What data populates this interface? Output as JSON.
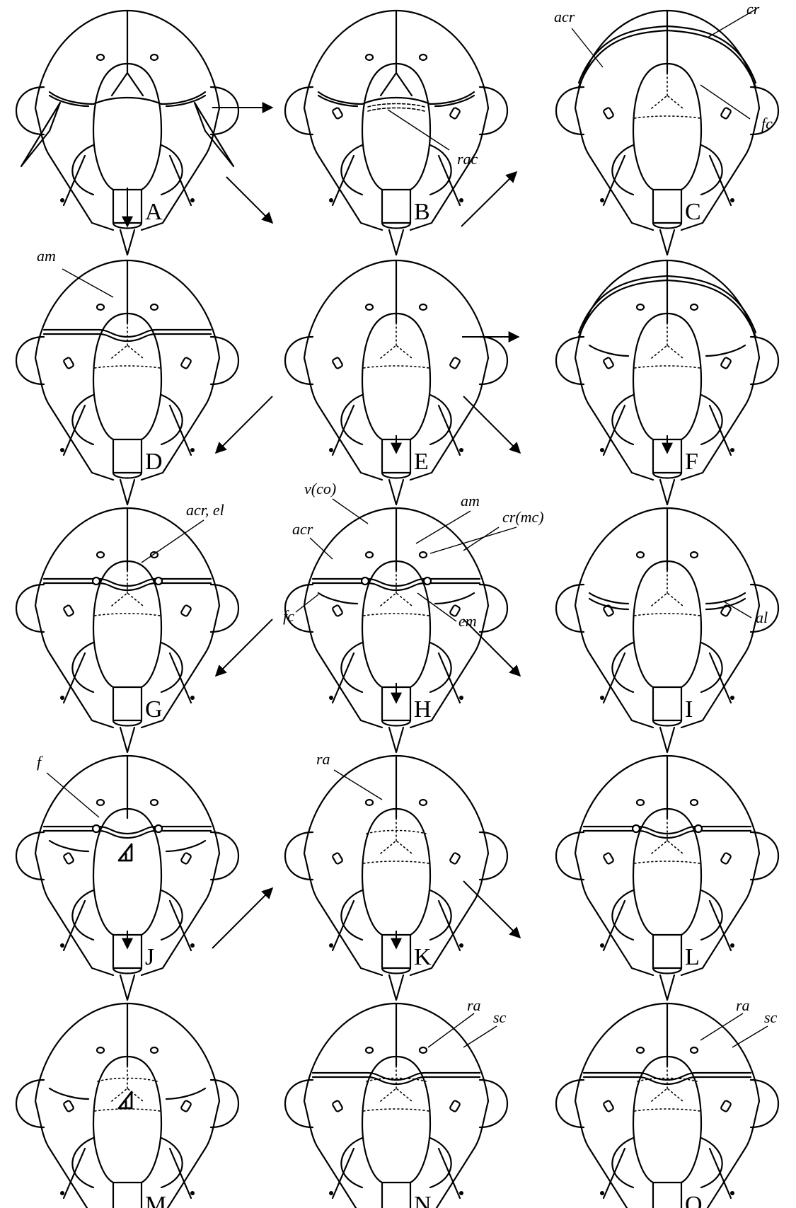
{
  "panels": [
    "A",
    "B",
    "C",
    "D",
    "E",
    "F",
    "G",
    "H",
    "I",
    "J",
    "K",
    "L",
    "M",
    "N",
    "O"
  ],
  "labels": {
    "rac": "rac",
    "acr": "acr",
    "cr": "cr",
    "fc": "fc",
    "am": "am",
    "acr_el": "acr, el",
    "v_co": "v(co)",
    "cr_mc": "cr(mc)",
    "em": "em",
    "al": "al",
    "f": "f",
    "ra": "ra",
    "sc": "sc"
  },
  "colors": {
    "ink": "#000000",
    "background": "#ffffff"
  }
}
